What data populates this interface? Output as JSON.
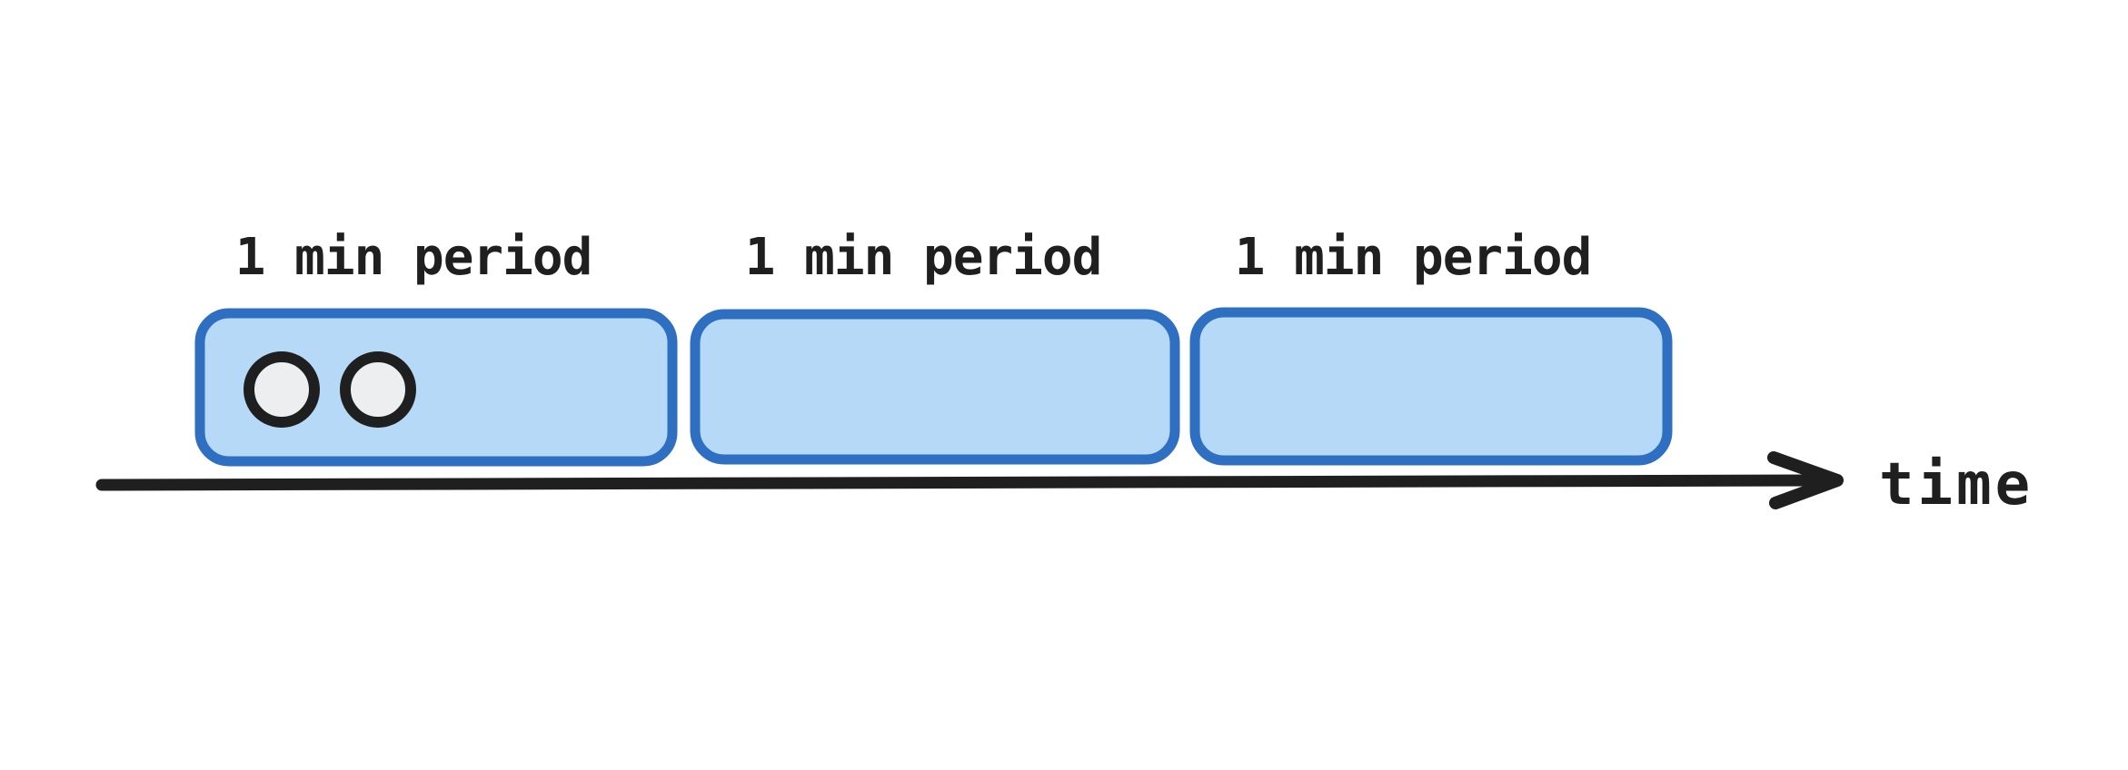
{
  "diagram": {
    "kind": "timeline-fixed-window",
    "axis": {
      "label": "time"
    },
    "periods": [
      {
        "label": "1 min period",
        "request_count": 2
      },
      {
        "label": "1 min period",
        "request_count": 0
      },
      {
        "label": "1 min period",
        "request_count": 0
      }
    ],
    "colors": {
      "background": "#ffffff",
      "box_fill": "#b7d9f8",
      "box_border": "#2f6fc1",
      "dot_fill": "#eceef0",
      "ink": "#1f1f1f"
    }
  }
}
